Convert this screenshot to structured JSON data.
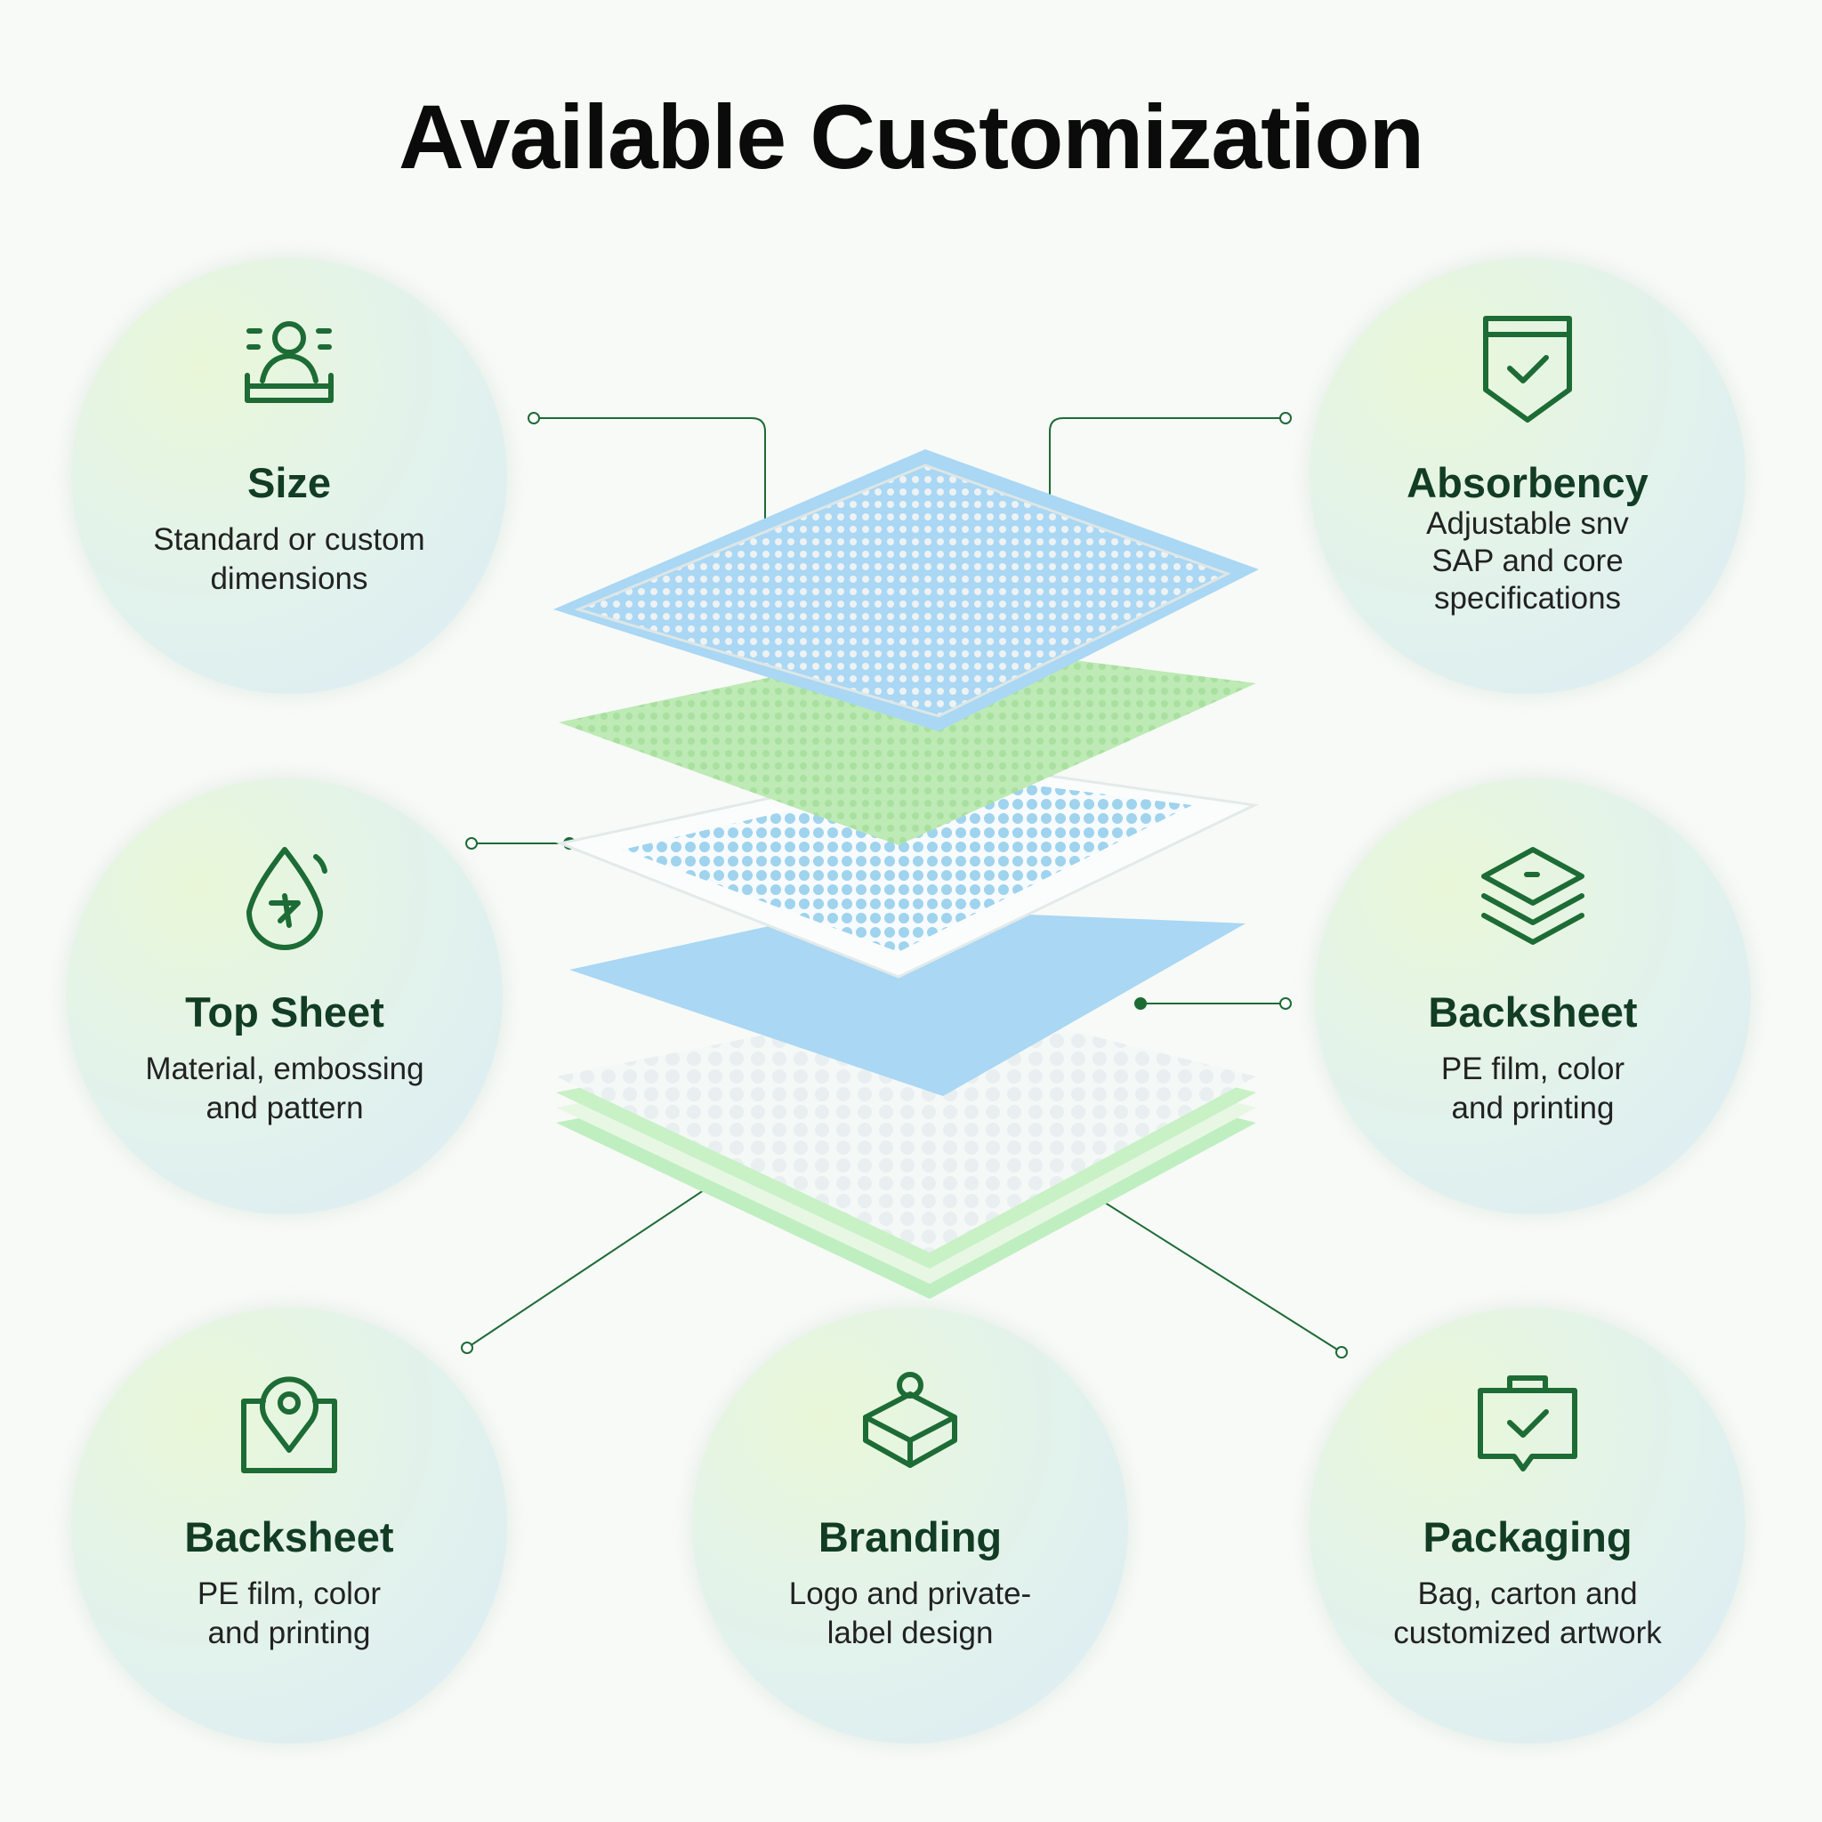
{
  "title": "Available Customization",
  "colors": {
    "accent": "#1d6b35",
    "layer_blue": "#a9d7f4",
    "layer_green": "#b8ecb0"
  },
  "features": [
    {
      "id": "size",
      "title": "Size",
      "desc": [
        "Standard or custom",
        "dimensions"
      ],
      "icon": "person-on-pad-icon"
    },
    {
      "id": "absorbency",
      "title": "Absorbency",
      "desc": [
        "Adjustable snv",
        "SAP and core",
        "specifications"
      ],
      "icon": "shield-check-icon"
    },
    {
      "id": "top-sheet",
      "title": "Top Sheet",
      "desc": [
        "Material, embossing",
        "and pattern"
      ],
      "icon": "droplet-icon"
    },
    {
      "id": "backsheet-right",
      "title": "Backsheet",
      "desc": [
        "PE film, color",
        "and printing"
      ],
      "icon": "layers-icon"
    },
    {
      "id": "backsheet-left",
      "title": "Backsheet",
      "desc": [
        "PE film, color",
        "and printing"
      ],
      "icon": "location-pin-icon"
    },
    {
      "id": "branding",
      "title": "Branding",
      "desc": [
        "Logo and private-",
        "label design"
      ],
      "icon": "stacked-box-icon"
    },
    {
      "id": "packaging",
      "title": "Packaging",
      "desc": [
        "Bag, carton and",
        "customized artwork"
      ],
      "icon": "package-check-icon"
    }
  ]
}
